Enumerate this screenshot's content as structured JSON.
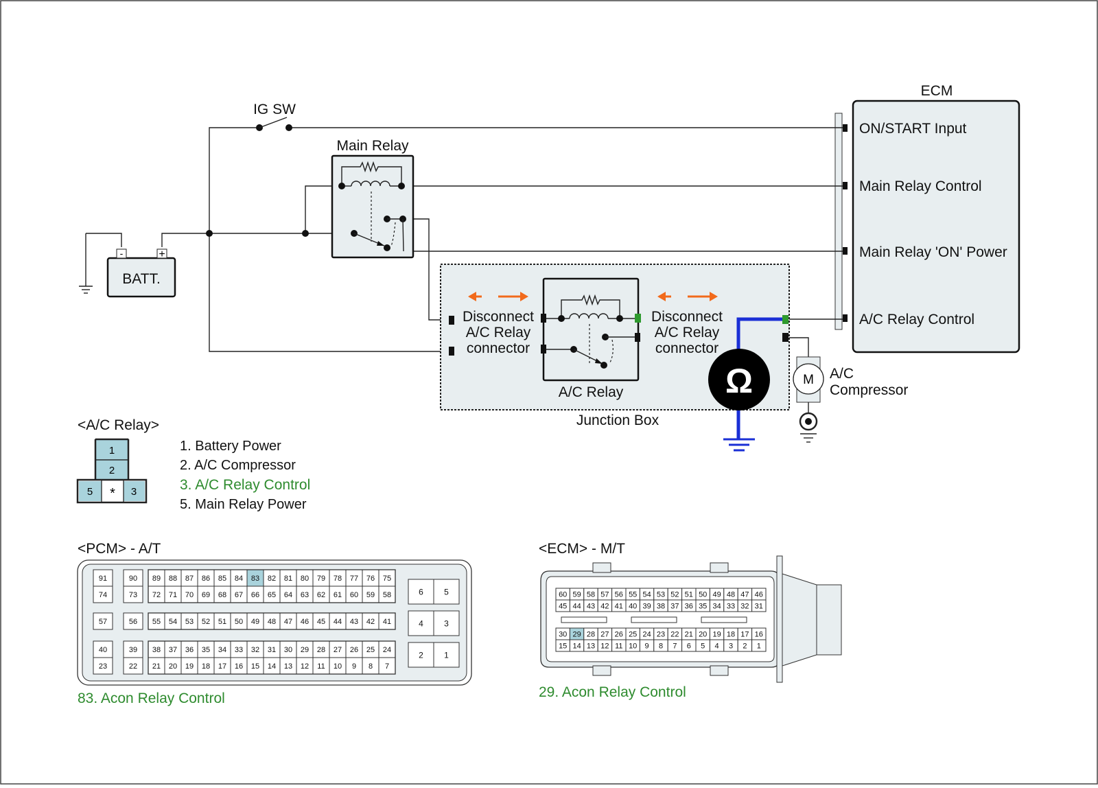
{
  "diagram": {
    "ig_sw": "IG SW",
    "main_relay": "Main Relay",
    "battery": "BATT.",
    "batt_minus": "-",
    "batt_plus": "+",
    "ecm": {
      "title": "ECM",
      "pins": [
        "ON/START Input",
        "Main Relay Control",
        "Main Relay 'ON' Power",
        "A/C Relay Control"
      ]
    },
    "junction_box": "Junction Box",
    "ac_relay": "A/C Relay",
    "disconnect_left": [
      "Disconnect",
      "A/C Relay",
      "connector"
    ],
    "disconnect_right": [
      "Disconnect",
      "A/C Relay",
      "connector"
    ],
    "ohmmeter_symbol": "Ω",
    "motor_symbol": "M",
    "compressor": [
      "A/C",
      "Compressor"
    ],
    "colors": {
      "highlight_wire": "#1a2fd6",
      "arrow": "#f26a1b",
      "accent_text": "#2e8b2e",
      "pin_highlight": "#a9d3dc",
      "connector_fill": "#a9d3dc"
    }
  },
  "ac_relay_connector": {
    "title": "<A/C Relay>",
    "pins": [
      "1",
      "2",
      "5",
      "*",
      "3"
    ],
    "legend": [
      "1. Battery Power",
      "2. A/C Compressor",
      "3. A/C Relay Control",
      "5. Main Relay Power"
    ]
  },
  "pcm_connector": {
    "title": "<PCM> - A/T",
    "caption": "83. Acon Relay Control",
    "highlight": "83",
    "rows": [
      [
        "91",
        "90",
        "89",
        "88",
        "87",
        "86",
        "85",
        "84",
        "83",
        "82",
        "81",
        "80",
        "79",
        "78",
        "77",
        "76",
        "75"
      ],
      [
        "74",
        "73",
        "72",
        "71",
        "70",
        "69",
        "68",
        "67",
        "66",
        "65",
        "64",
        "63",
        "62",
        "61",
        "60",
        "59",
        "58"
      ],
      [
        "57",
        "56",
        "55",
        "54",
        "53",
        "52",
        "51",
        "50",
        "49",
        "48",
        "47",
        "46",
        "45",
        "44",
        "43",
        "42",
        "41"
      ],
      [
        "40",
        "39",
        "38",
        "37",
        "36",
        "35",
        "34",
        "33",
        "32",
        "31",
        "30",
        "29",
        "28",
        "27",
        "26",
        "25",
        "24"
      ],
      [
        "23",
        "22",
        "21",
        "20",
        "19",
        "18",
        "17",
        "16",
        "15",
        "14",
        "13",
        "12",
        "11",
        "10",
        "9",
        "8",
        "7"
      ]
    ],
    "right_pins": [
      "6",
      "5",
      "4",
      "3",
      "2",
      "1"
    ]
  },
  "ecm_connector": {
    "title": "<ECM> - M/T",
    "caption": "29. Acon Relay Control",
    "highlight": "29",
    "rows": [
      [
        "60",
        "59",
        "58",
        "57",
        "56",
        "55",
        "54",
        "53",
        "52",
        "51",
        "50",
        "49",
        "48",
        "47",
        "46"
      ],
      [
        "45",
        "44",
        "43",
        "42",
        "41",
        "40",
        "39",
        "38",
        "37",
        "36",
        "35",
        "34",
        "33",
        "32",
        "31"
      ],
      [
        "30",
        "29",
        "28",
        "27",
        "26",
        "25",
        "24",
        "23",
        "22",
        "21",
        "20",
        "19",
        "18",
        "17",
        "16"
      ],
      [
        "15",
        "14",
        "13",
        "12",
        "11",
        "10",
        "9",
        "8",
        "7",
        "6",
        "5",
        "4",
        "3",
        "2",
        "1"
      ]
    ]
  }
}
